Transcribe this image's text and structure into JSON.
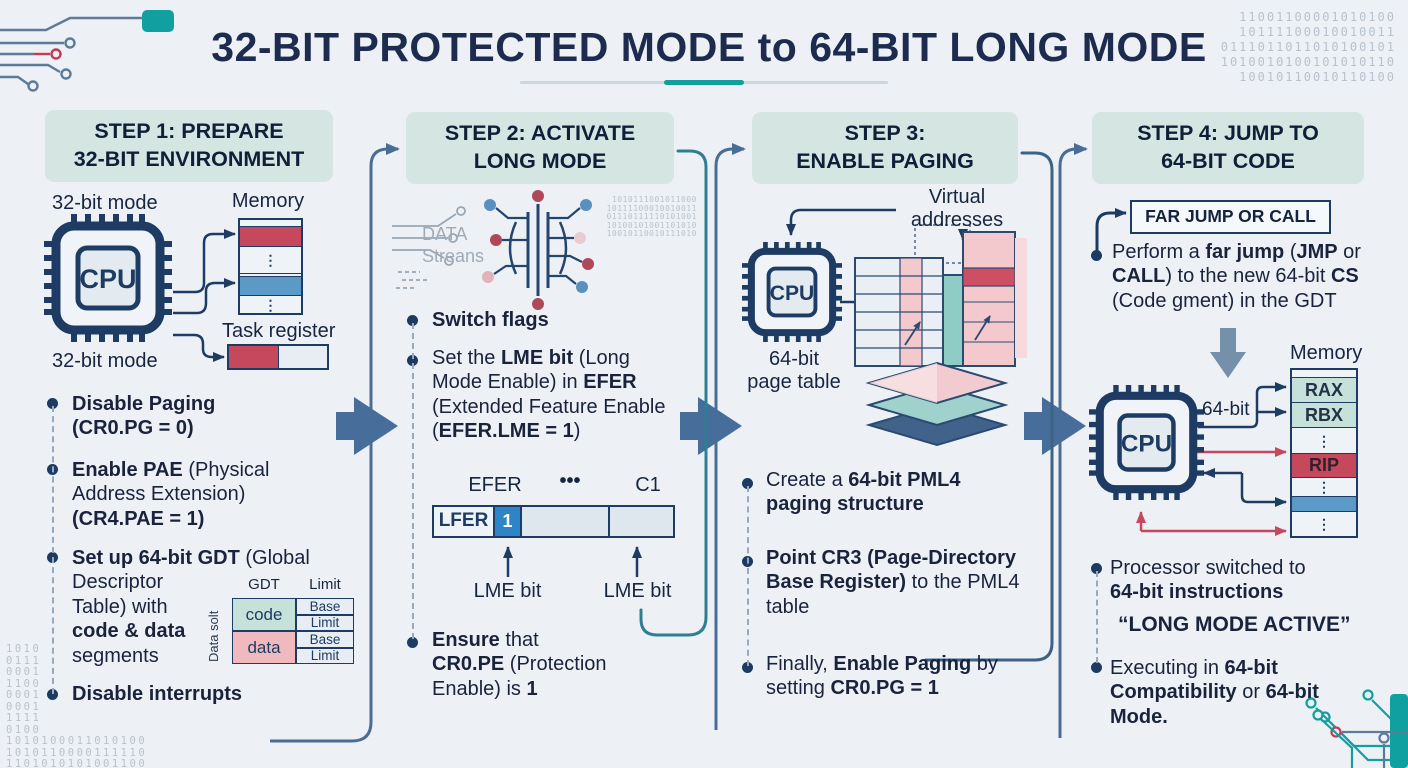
{
  "header": {
    "title": "32-BIT PROTECTED MODE to 64-BIT LONG MODE",
    "binary_lines": [
      "11001100001010100",
      "10111100010010011",
      "0111011011010100101",
      "1010010100101010110",
      "10010110010110100"
    ]
  },
  "footer": {
    "binary_lines": [
      "1010",
      "0111",
      "0001",
      "1100",
      "0001",
      "0001",
      "1111",
      "0100",
      "1010100011010100",
      "1010110000111110",
      "1101010101001100"
    ]
  },
  "step1": {
    "header_line1": "STEP 1: PREPARE",
    "header_line2": "32-BIT ENVIRONMENT",
    "mode_label_top": "32-bit mode",
    "mode_label_bottom": "32-bit mode",
    "cpu_text": "CPU",
    "memory_label": "Memory",
    "memory_dots": "⋮",
    "task_register_label": "Task register",
    "bullets": [
      {
        "segments": [
          {
            "t": "Disable Paging\n(CR0.PG = 0)",
            "b": true
          }
        ]
      },
      {
        "segments": [
          {
            "t": "Enable PAE",
            "b": true
          },
          {
            "t": " (Physical\nAddress Extension)\n"
          },
          {
            "t": "(CR4.PAE = 1)",
            "b": true
          }
        ]
      },
      {
        "segments": [
          {
            "t": "Set up 64-bit GDT",
            "b": true
          },
          {
            "t": " (Global\nDescriptor\nTable) with\n"
          },
          {
            "t": "code & data",
            "b": true
          },
          {
            "t": "\nsegments"
          }
        ]
      },
      {
        "segments": [
          {
            "t": "Disable interrupts",
            "b": true
          }
        ]
      }
    ],
    "gdt": {
      "header_col1": "GDT",
      "header_col2": "Limit",
      "side_label": "Data solt",
      "row1_name": "code",
      "row2_name": "data",
      "cells": [
        "Base",
        "Limit",
        "Base",
        "Limit"
      ]
    }
  },
  "step2": {
    "header_line1": "STEP 2: ACTIVATE",
    "header_line2": "LONG MODE",
    "streams_line1": "DATA",
    "streams_line2": "Streans",
    "binary_lines": [
      "1010111001011000",
      "10111100010010011",
      "01110111110101001",
      "10100101001101010",
      "10010110010111010"
    ],
    "bullets": [
      {
        "segments": [
          {
            "t": "Switch flags",
            "b": true
          }
        ]
      },
      {
        "segments": [
          {
            "t": "Set the "
          },
          {
            "t": "LME bit",
            "b": true
          },
          {
            "t": " (Long\nMode Enable) in "
          },
          {
            "t": "EFER",
            "b": true
          },
          {
            "t": "\n(Extended Feature Enable\n("
          },
          {
            "t": "EFER.LME = 1",
            "b": true
          },
          {
            "t": ")"
          }
        ]
      },
      {
        "segments": [
          {
            "t": "Ensure",
            "b": true
          },
          {
            "t": " that\n"
          },
          {
            "t": "CR0.PE",
            "b": true
          },
          {
            "t": " (Protection\nEnable) is "
          },
          {
            "t": "1",
            "b": true
          }
        ]
      }
    ],
    "efer": {
      "label_left": "EFER",
      "label_dots": "•••",
      "label_right": "C1",
      "cell_name": "LFER",
      "bit_value": "1",
      "arrow_label_left": "LME bit",
      "arrow_label_right": "LME bit"
    }
  },
  "step3": {
    "header_line1": "STEP 3:",
    "header_line2": "ENABLE PAGING",
    "virtual_line1": "Virtual",
    "virtual_line2": "addresses",
    "cpu_text": "CPU",
    "page_table_line1": "64-bit",
    "page_table_line2": "page table",
    "bullets": [
      {
        "segments": [
          {
            "t": "Create a "
          },
          {
            "t": "64-bit PML4\npaging structure",
            "b": true
          }
        ]
      },
      {
        "segments": [
          {
            "t": "Point CR3 (Page-Directory\nBase Register)",
            "b": true
          },
          {
            "t": " to the PML4\ntable"
          }
        ]
      },
      {
        "segments": [
          {
            "t": "Finally, "
          },
          {
            "t": "Enable Paging",
            "b": true
          },
          {
            "t": " by\nsetting "
          },
          {
            "t": "CR0.PG = 1",
            "b": true
          }
        ]
      }
    ]
  },
  "step4": {
    "header_line1": "STEP 4: JUMP TO",
    "header_line2": "64-BIT CODE",
    "far_jump_label": "FAR JUMP OR CALL",
    "cpu_text": "CPU",
    "bit_label": "64-bit",
    "memory_label": "Memory",
    "memory_dots": "⋮",
    "registers": {
      "r1": "RAX",
      "r2": "RBX",
      "r3": "RIP"
    },
    "bullets": [
      {
        "segments": [
          {
            "t": "Perform a "
          },
          {
            "t": "far jump",
            "b": true
          },
          {
            "t": " ("
          },
          {
            "t": "JMP",
            "b": true
          },
          {
            "t": " or\n"
          },
          {
            "t": "CALL",
            "b": true
          },
          {
            "t": ") to the new 64-bit "
          },
          {
            "t": "CS",
            "b": true
          },
          {
            "t": "\n(Code gment) in the GDT"
          }
        ]
      },
      {
        "segments": [
          {
            "t": "Processor switched to\n"
          },
          {
            "t": "64-bit instructions",
            "b": true
          }
        ]
      },
      {
        "segments": [
          {
            "t": "“LONG MODE ACTIVE”",
            "b": true
          }
        ]
      },
      {
        "segments": [
          {
            "t": "Executing in "
          },
          {
            "t": "64-bit\nCompatibility",
            "b": true
          },
          {
            "t": " or "
          },
          {
            "t": "64-bit\nMode.",
            "b": true
          }
        ]
      }
    ]
  },
  "colors": {
    "accent_teal": "#149d9d",
    "navy": "#1e3c63",
    "red": "#c6485c",
    "steel_blue": "#5b9ac6",
    "bit_blue": "#2d85c8",
    "mint_header": "#d5e5e1"
  }
}
